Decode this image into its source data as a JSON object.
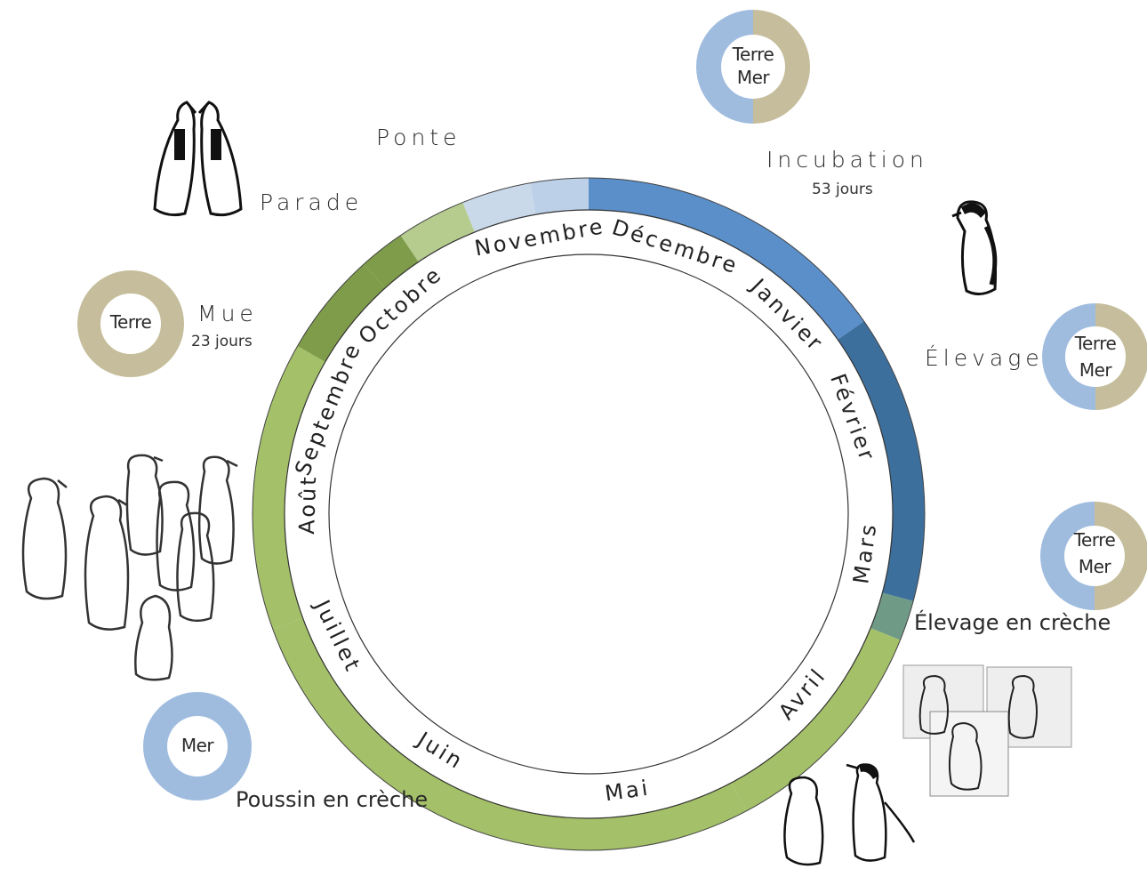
{
  "months": [
    "Septembre",
    "Octobre",
    "Novembre",
    "Décembre",
    "Janvier",
    "Février",
    "Mars",
    "Avril",
    "Mai",
    "Juin",
    "Juillet",
    "Août"
  ],
  "phases": {
    "ponte": "Ponte",
    "parade": "Parade",
    "incubation": "Incubation",
    "incubation_duration": "53 jours",
    "mue": "Mue",
    "mue_duration": "23 jours",
    "elevage": "Élevage",
    "elevage_creche": "Élevage en crèche",
    "poussin_creche": "Poussin en crèche"
  },
  "habitat": {
    "terre": "Terre",
    "mer": "Mer"
  },
  "colors": {
    "ponte": "#c9d9ea",
    "incubation": "#5b8fc9",
    "elevage": "#3d6f9d",
    "mue": "#7f9c4a",
    "creche": "#a4c068",
    "terre": "#c5bd9b",
    "mer": "#9fbcdf"
  },
  "icons": [
    "penguin-pair-icon",
    "penguin-adult-icon",
    "penguin-chicks-icon",
    "penguin-chick-adult-icon"
  ]
}
